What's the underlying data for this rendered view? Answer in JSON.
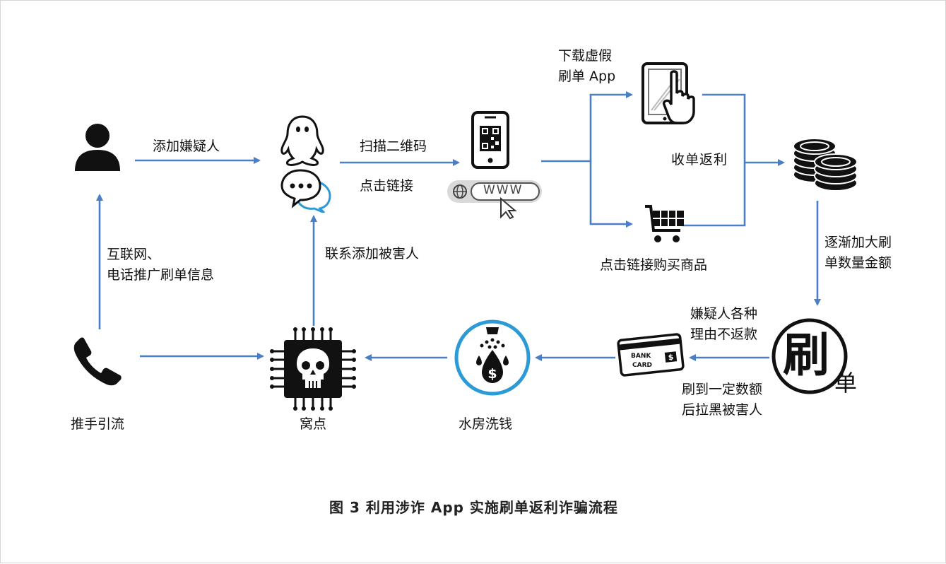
{
  "nodes": {
    "suspect_contact": "",
    "qr_scan_label": "扫描二维码",
    "click_link_label": "点击链接",
    "www_label": "WWW",
    "download_label": "下载虚假\n刷单 App",
    "buy_label": "点击链接购买商品",
    "receive_label": "收单返利",
    "increase_label": "逐渐加大刷\n单数量金额",
    "refuse_label": "嫌疑人各种\n理由不返款",
    "block_label": "刷到一定数额\n后拉黑被害人",
    "brush_big": "刷",
    "brush_small": "单",
    "bank_card_line1": "BANK",
    "bank_card_line2": "CARD",
    "water_house_label": "水房洗钱",
    "den_label": "窝点",
    "contact_victim_label": "联系添加被害人",
    "promo_label": "互联网、\n电话推广刷单信息",
    "lure_label": "推手引流",
    "add_suspect_label": "添加嫌疑人"
  },
  "caption": "图 3 利用涉诈 App 实施刷单返利诈骗流程",
  "colors": {
    "arrow": "#4a7fc8",
    "icon": "#111111",
    "ring": "#2b9ad6"
  }
}
